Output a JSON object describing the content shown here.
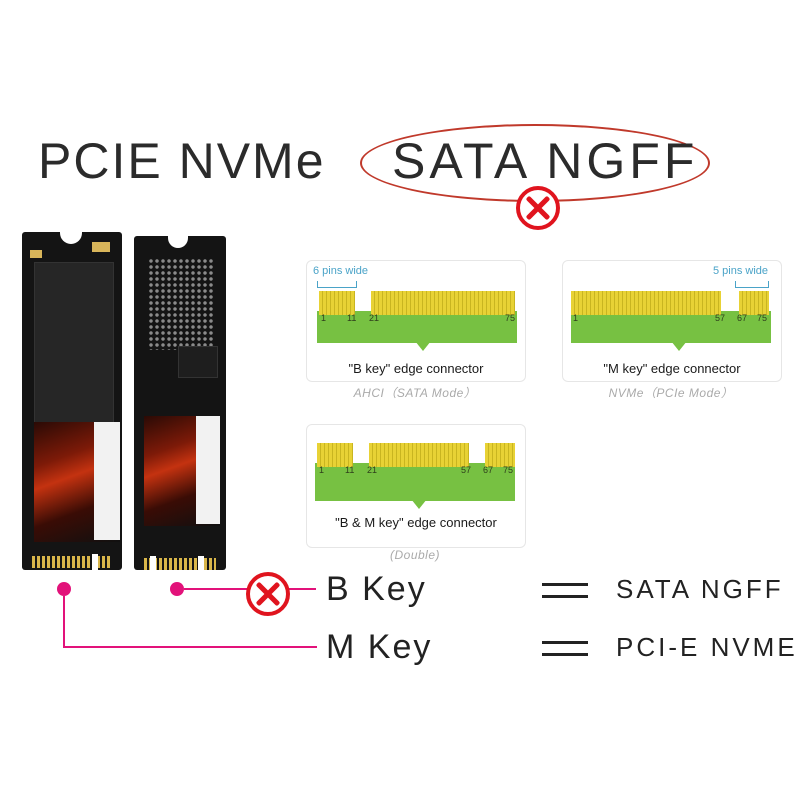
{
  "header": {
    "left_title": "PCIE NVMe",
    "right_title": "SATA NGFF"
  },
  "connectors": {
    "b_key": {
      "width_note": "6 pins wide",
      "pins": [
        "1",
        "11",
        "21",
        "75"
      ],
      "caption": "\"B key\" edge connector",
      "mode": "AHCI（SATA Mode）"
    },
    "m_key": {
      "width_note": "5 pins wide",
      "pins": [
        "1",
        "57",
        "67",
        "75"
      ],
      "caption": "\"M key\" edge connector",
      "mode": "NVMe（PCIe Mode）"
    },
    "bm_key": {
      "pins": [
        "1",
        "11",
        "21",
        "57",
        "67",
        "75"
      ],
      "caption": "\"B & M key\" edge connector",
      "mode": "(Double)"
    }
  },
  "legend": {
    "b_key_label": "B  Key",
    "b_key_type": "SATA NGFF",
    "m_key_label": "M Key",
    "m_key_type": "PCI-E NVME"
  },
  "colors": {
    "accent_line": "#e2127a",
    "cross": "#e0141e",
    "pcb_green": "#77c142",
    "pin_gold": "#e8d235",
    "note_blue": "#4aa3c8"
  }
}
